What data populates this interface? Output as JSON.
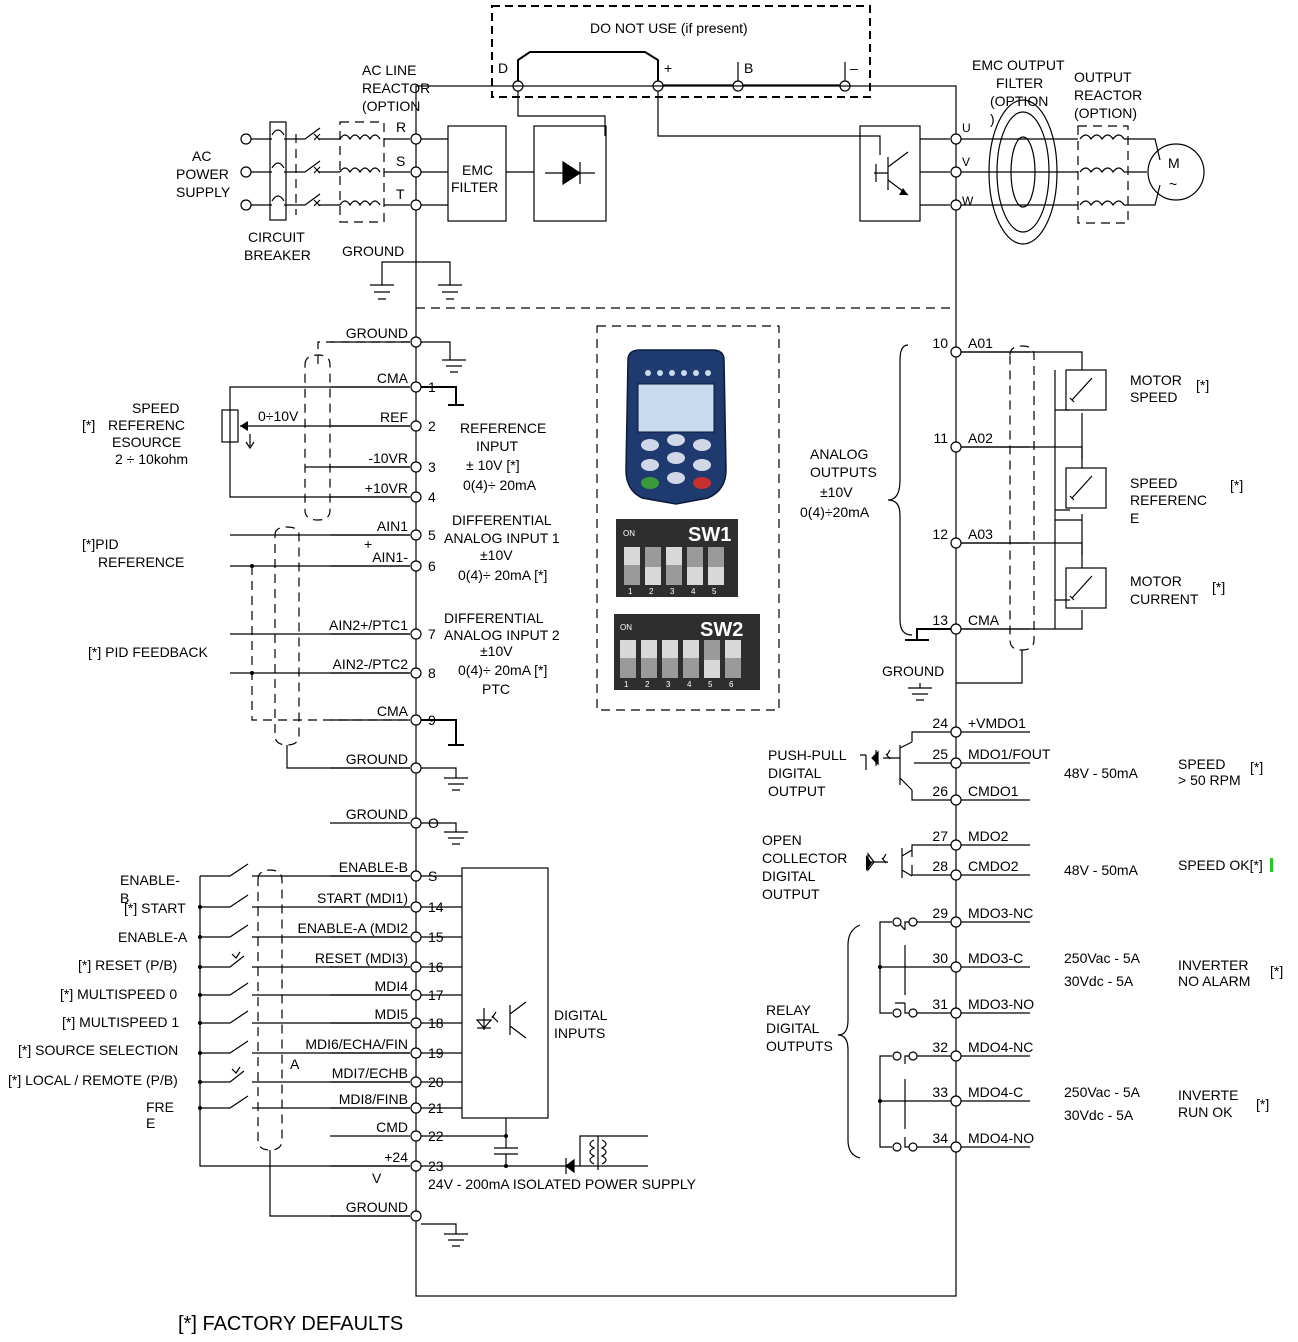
{
  "top": {
    "do_not_use": "DO NOT  USE  (if present)",
    "dc_d": "D",
    "dc_plus": "+",
    "dc_b": "B",
    "dc_minus": "–"
  },
  "power": {
    "ac_line_reactor": [
      "AC LINE",
      "REACTOR",
      "(OPTION"
    ],
    "ac_supply": [
      "AC",
      "POWER",
      "SUPPLY"
    ],
    "circuit_breaker": [
      "CIRCUIT",
      "BREAKER"
    ],
    "ground": "GROUND",
    "phases_in": [
      "R",
      "S",
      "T"
    ],
    "emc_filter": [
      "EMC",
      "FILTER"
    ],
    "phases_out": [
      "U",
      "V",
      "W"
    ],
    "emc_output_filter": [
      "EMC OUTPUT",
      "FILTER",
      "(OPTION",
      ")"
    ],
    "output_reactor": [
      "OUTPUT",
      "REACTOR",
      "(OPTION)"
    ],
    "motor": [
      "M",
      "~"
    ]
  },
  "left_terminals": [
    {
      "n": "",
      "label": "GROUND"
    },
    {
      "n": "1",
      "label": "CMA"
    },
    {
      "n": "2",
      "label": "REF"
    },
    {
      "n": "3",
      "label": "-10VR"
    },
    {
      "n": "4",
      "label": "+10VR"
    },
    {
      "n": "5",
      "label": "AIN1"
    },
    {
      "n": "6",
      "label": "AIN1-"
    },
    {
      "n": "7",
      "label": "AIN2+/PTC1"
    },
    {
      "n": "8",
      "label": "AIN2-/PTC2"
    },
    {
      "n": "9",
      "label": "CMA"
    },
    {
      "n": "",
      "label": "GROUND"
    },
    {
      "n": "O",
      "label": "GROUND"
    },
    {
      "n": "S",
      "label": "ENABLE-B"
    },
    {
      "n": "14",
      "label": "START (MDI1)"
    },
    {
      "n": "15",
      "label": "ENABLE-A (MDI2"
    },
    {
      "n": "16",
      "label": "RESET (MDI3)"
    },
    {
      "n": "17",
      "label": "MDI4"
    },
    {
      "n": "18",
      "label": "MDI5"
    },
    {
      "n": "19",
      "label": "MDI6/ECHA/FIN"
    },
    {
      "n": "20",
      "label": "MDI7/ECHB"
    },
    {
      "n": "21",
      "label": "MDI8/FINB"
    },
    {
      "n": "22",
      "label": "CMD"
    },
    {
      "n": "23",
      "label": "+24"
    },
    {
      "n": "",
      "label": "GROUND"
    }
  ],
  "left_misc": {
    "plus_ain1": "+",
    "v_suffix": "V",
    "a_suffix": "A",
    "pot_range": "0÷10V",
    "speed_ref": [
      "SPEED",
      "REFERENC",
      "ESOURCE",
      "2 ÷ 10kohm"
    ],
    "factory_mark": "[*]",
    "pid_ref": [
      "[*]PID",
      "REFERENCE"
    ],
    "pid_fb": "[*] PID FEEDBACK",
    "ref_input": [
      "REFERENCE",
      "INPUT",
      "± 10V [*]",
      "0(4)÷ 20mA"
    ],
    "diff1": [
      "DIFFERENTIAL",
      "ANALOG INPUT 1",
      "±10V",
      "0(4)÷ 20mA [*]"
    ],
    "diff2": [
      "DIFFERENTIAL",
      "ANALOG INPUT 2",
      "±10V",
      "0(4)÷ 20mA [*]",
      "PTC"
    ],
    "switch_labels": [
      "ENABLE-",
      "B",
      "[*] START",
      "ENABLE-A",
      "[*]  RESET (P/B)",
      "[*] MULTISPEED 0",
      "[*]  MULTISPEED 1",
      "[*] SOURCE SELECTION",
      "[*] LOCAL / REMOTE (P/B)",
      "FRE",
      "E"
    ],
    "digital_inputs": [
      "DIGITAL",
      "INPUTS"
    ],
    "isolated_ps": "24V - 200mA  ISOLATED POWER SUPPLY"
  },
  "keypad": {
    "sw1": "SW1",
    "sw2": "SW2",
    "on": "ON",
    "sw1_nums": [
      "1",
      "2",
      "3",
      "4",
      "5"
    ],
    "sw2_nums": [
      "1",
      "2",
      "3",
      "4",
      "5",
      "6"
    ]
  },
  "right_terminals": [
    {
      "n": "10",
      "label": "A01"
    },
    {
      "n": "11",
      "label": "A02"
    },
    {
      "n": "12",
      "label": "A03"
    },
    {
      "n": "13",
      "label": "CMA"
    },
    {
      "n": "24",
      "label": "+VMDO1"
    },
    {
      "n": "25",
      "label": "MDO1/FOUT"
    },
    {
      "n": "26",
      "label": "CMDO1"
    },
    {
      "n": "27",
      "label": "MDO2"
    },
    {
      "n": "28",
      "label": "CMDO2"
    },
    {
      "n": "29",
      "label": "MDO3-NC"
    },
    {
      "n": "30",
      "label": "MDO3-C"
    },
    {
      "n": "31",
      "label": "MDO3-NO"
    },
    {
      "n": "32",
      "label": "MDO4-NC"
    },
    {
      "n": "33",
      "label": "MDO4-C"
    },
    {
      "n": "34",
      "label": "MDO4-NO"
    }
  ],
  "right_misc": {
    "analog_outputs": [
      "ANALOG",
      "OUTPUTS",
      "±10V",
      "0(4)÷20mA"
    ],
    "ground": "GROUND",
    "motor_speed": [
      "MOTOR",
      "SPEED",
      "[*]"
    ],
    "speed_ref": [
      "SPEED",
      "REFERENC",
      "E",
      "[*]"
    ],
    "motor_current": [
      "MOTOR",
      "CURRENT",
      "[*]"
    ],
    "push_pull": [
      "PUSH-PULL",
      "DIGITAL",
      "OUTPUT"
    ],
    "open_collector": [
      "OPEN",
      "COLLECTOR",
      "DIGITAL",
      "OUTPUT"
    ],
    "rating_do": "48V - 50mA",
    "speed_50": [
      "SPEED",
      "> 50 RPM",
      "[*]"
    ],
    "speed_ok": "SPEED OK[*]",
    "relay": [
      "RELAY",
      "DIGITAL",
      "OUTPUTS"
    ],
    "rating_relay": [
      "250Vac - 5A",
      "30Vdc - 5A"
    ],
    "inverter_no_alarm": [
      "INVERTER",
      "NO ALARM",
      "[*]"
    ],
    "inverter_run_ok": [
      "INVERTE",
      "RUN OK",
      "[*]"
    ]
  },
  "footer": "[*] FACTORY DEFAULTS"
}
